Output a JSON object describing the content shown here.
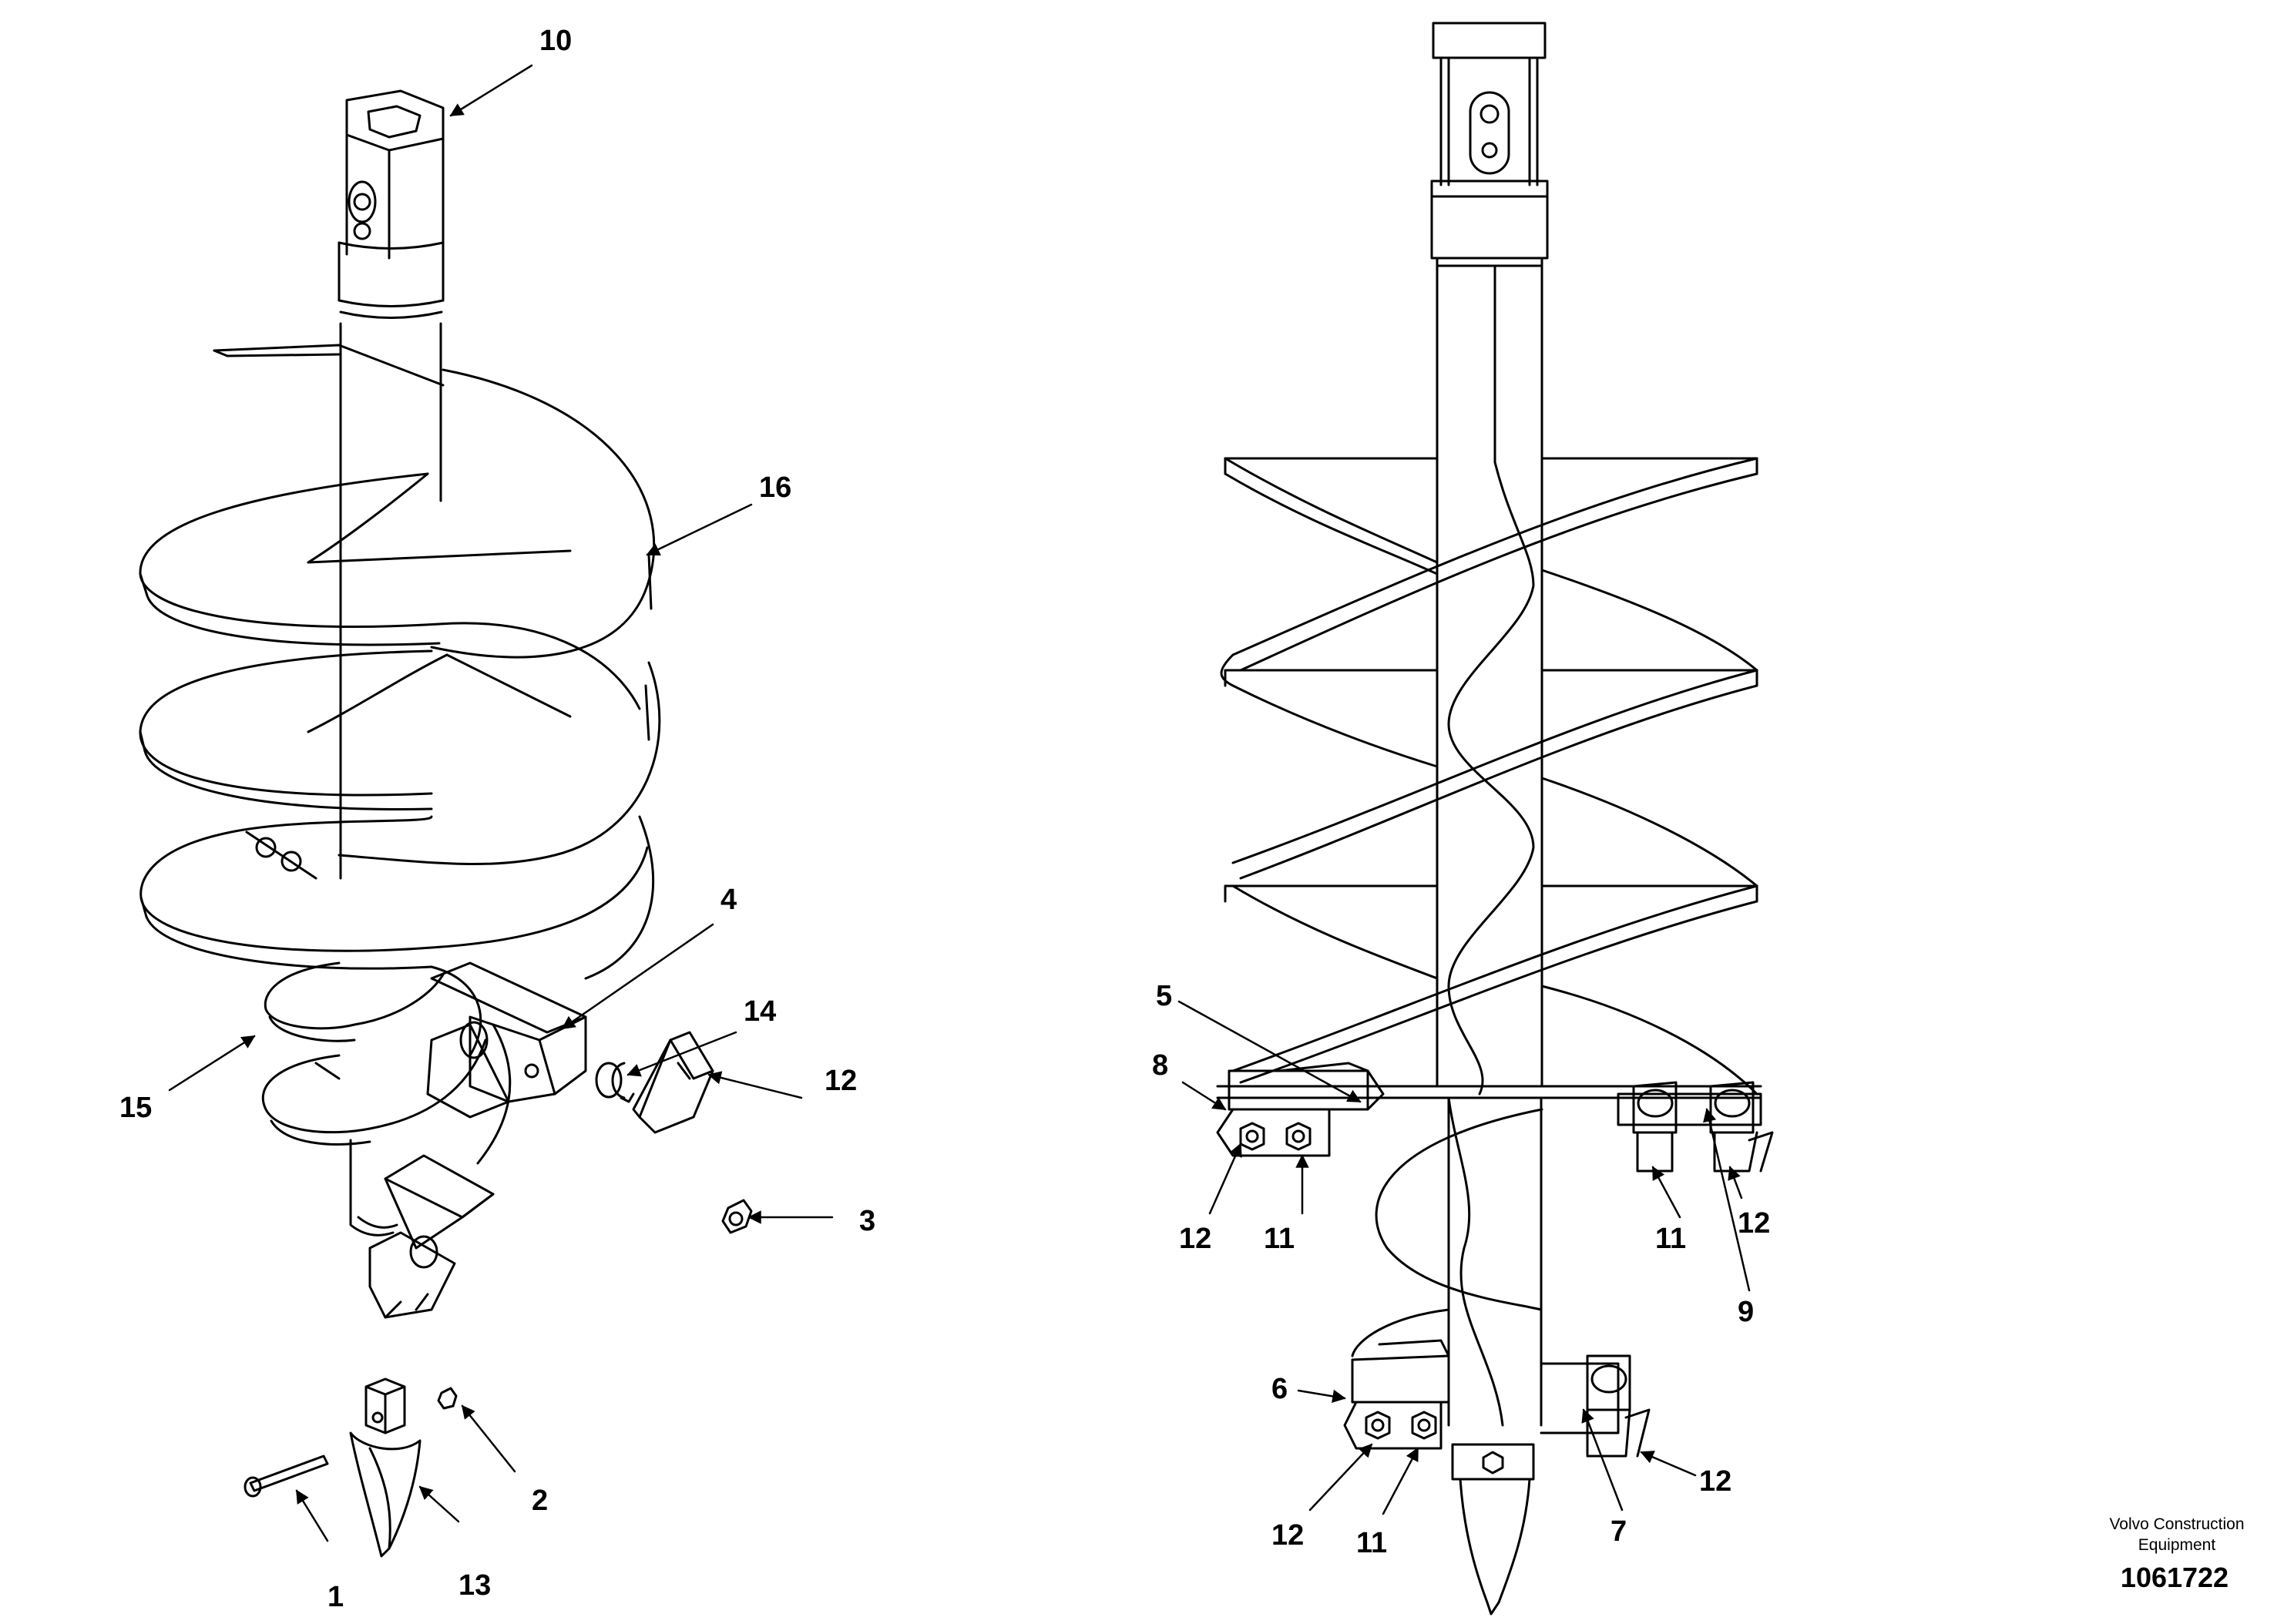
{
  "callouts": {
    "c1": "1",
    "c2": "2",
    "c3": "3",
    "c4": "4",
    "c5": "5",
    "c6": "6",
    "c7": "7",
    "c8": "8",
    "c9": "9",
    "c10": "10",
    "c11": "11",
    "c12": "12",
    "c13": "13",
    "c14": "14",
    "c15": "15",
    "c16": "16"
  },
  "credit": {
    "line1": "Volvo Construction",
    "line2": "Equipment"
  },
  "doc_number": "1061722",
  "colors": {
    "line": "#000000",
    "background": "#ffffff"
  }
}
